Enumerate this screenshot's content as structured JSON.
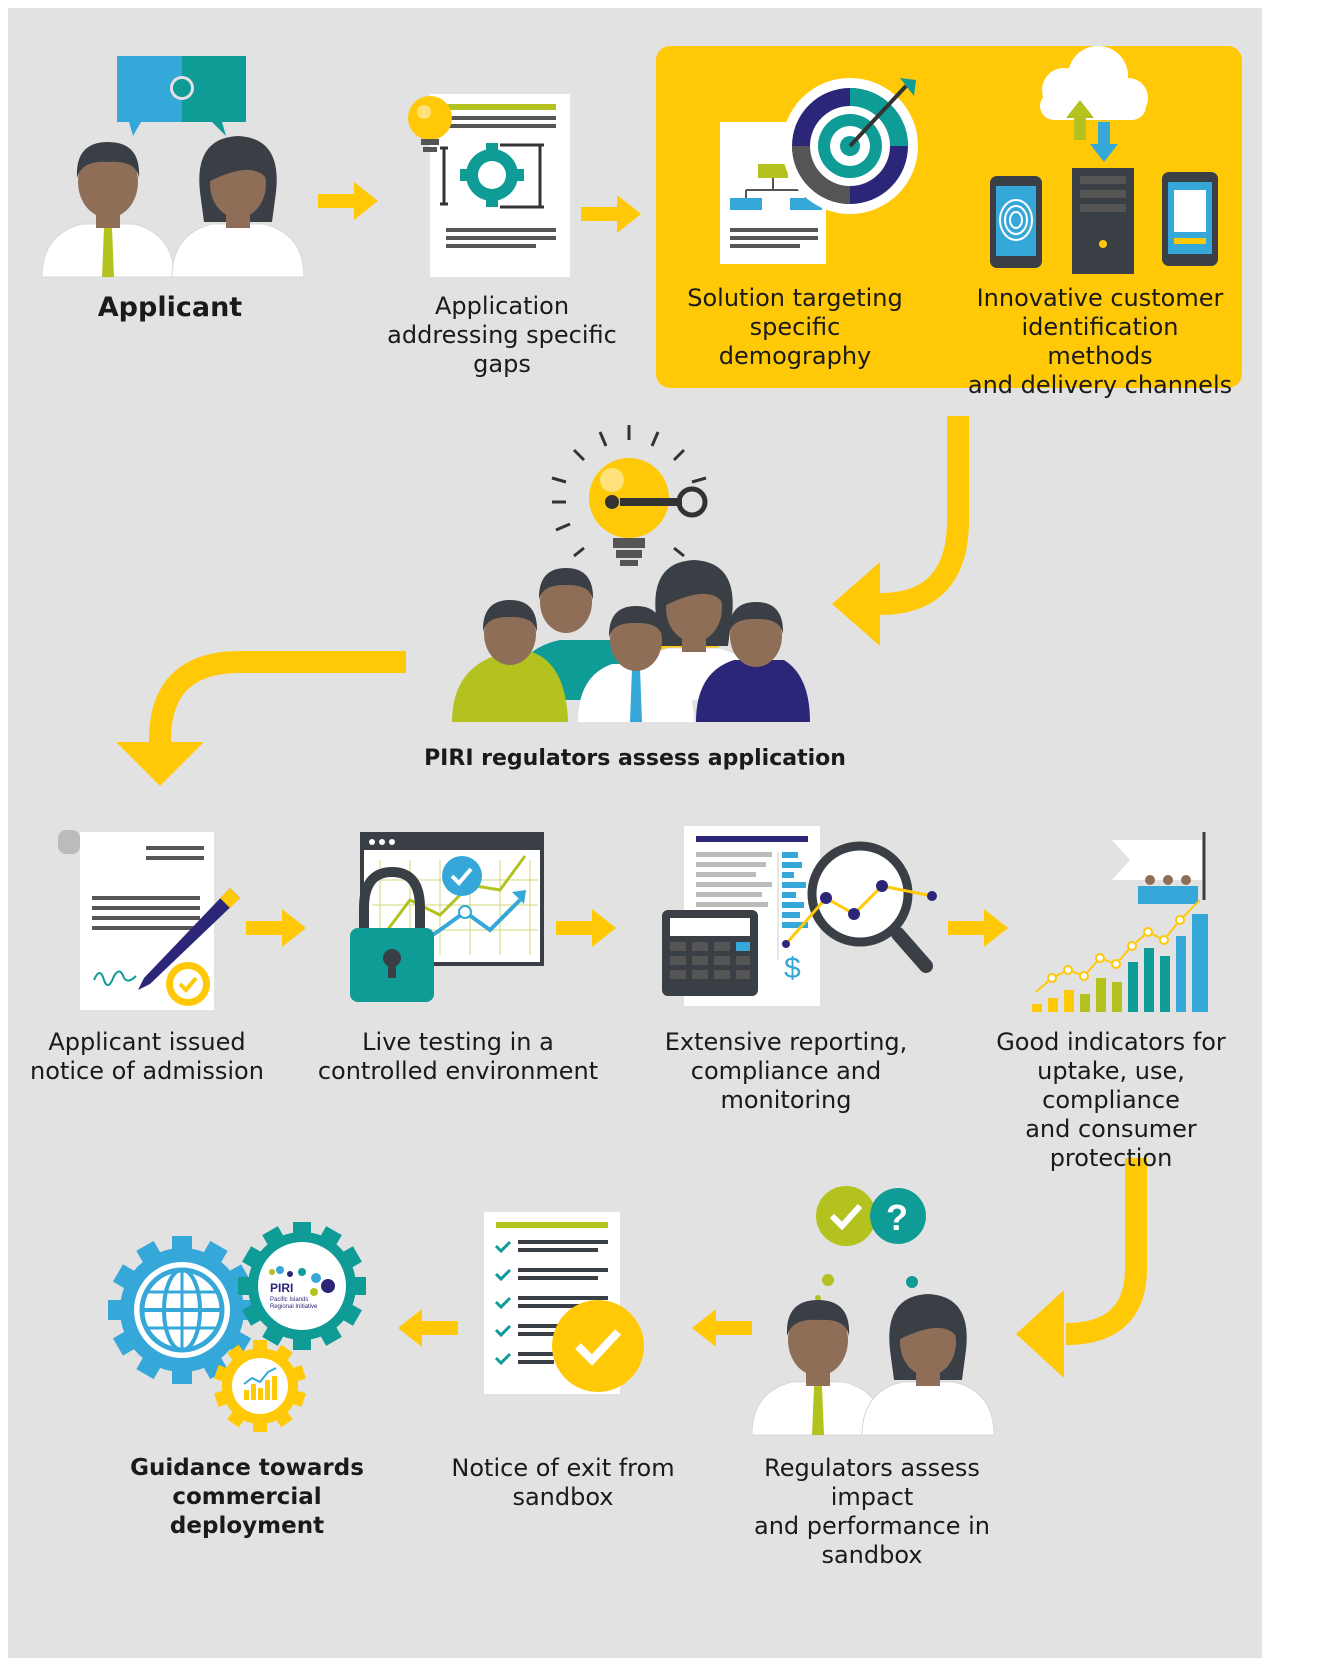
{
  "colors": {
    "background": "#e2e2e2",
    "accent_yellow": "#ffc907",
    "teal": "#0f9b96",
    "light_blue": "#35a8d9",
    "lime": "#b3c21f",
    "navy": "#2c2679",
    "skin": "#8e6e57",
    "hair": "#3a3f45",
    "shirt": "#ffffff",
    "text": "#1a1a1a"
  },
  "steps": [
    {
      "id": "applicant",
      "label": "Applicant",
      "bold": true,
      "icon": "two-people-speech-bubble-icon"
    },
    {
      "id": "application",
      "label": "Application\naddressing specific\ngaps",
      "bold": false,
      "icon": "document-gear-lightbulb-icon"
    },
    {
      "id": "solution",
      "label": "Solution targeting\nspecific demography",
      "bold": false,
      "icon": "target-document-icon"
    },
    {
      "id": "innovative",
      "label": "Innovative customer\nidentification methods\nand delivery channels",
      "bold": false,
      "icon": "cloud-devices-icon"
    },
    {
      "id": "regulators_assess",
      "label": "PIRI regulators assess application",
      "bold": true,
      "icon": "group-lightbulb-key-icon"
    },
    {
      "id": "notice_admission",
      "label": "Applicant issued\nnotice of admission",
      "bold": false,
      "icon": "signed-document-pen-icon"
    },
    {
      "id": "live_testing",
      "label": "Live testing in a\ncontrolled environment",
      "bold": false,
      "icon": "padlock-chart-icon"
    },
    {
      "id": "reporting",
      "label": "Extensive reporting,\ncompliance and\nmonitoring",
      "bold": false,
      "icon": "calculator-magnifier-icon"
    },
    {
      "id": "indicators",
      "label": "Good indicators for\nuptake, use, compliance\nand consumer\nprotection",
      "bold": false,
      "icon": "growth-bars-flag-icon"
    },
    {
      "id": "assess_impact",
      "label": "Regulators assess impact\nand performance in\nsandbox",
      "bold": false,
      "icon": "two-people-check-question-icon"
    },
    {
      "id": "notice_exit",
      "label": "Notice of exit from\nsandbox",
      "bold": false,
      "icon": "checklist-document-icon"
    },
    {
      "id": "guidance",
      "label": "Guidance towards\ncommercial deployment",
      "bold": true,
      "icon": "gears-globe-icon"
    }
  ],
  "logo_text": {
    "piri": "PIRI",
    "tagline_1": "Pacific Islands",
    "tagline_2": "Regional Initiative"
  }
}
